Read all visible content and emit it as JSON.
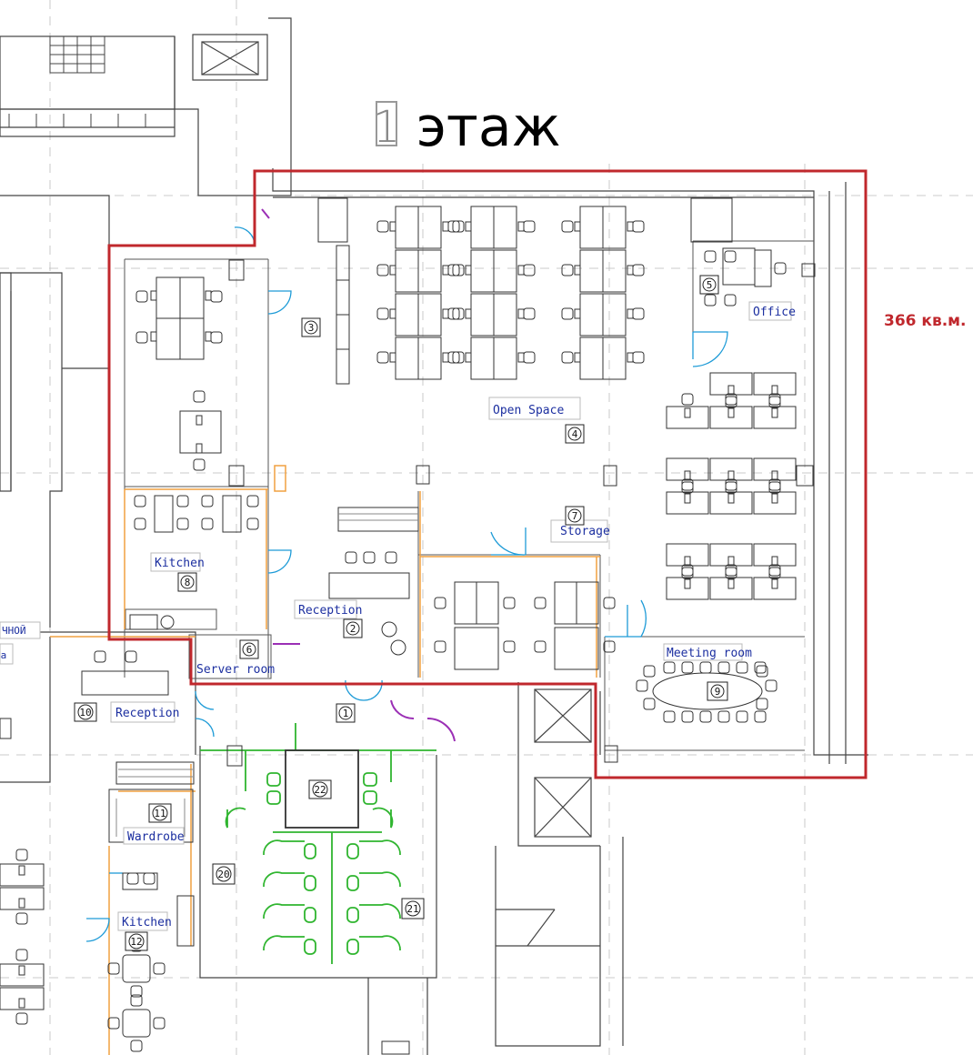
{
  "heading": {
    "digit": "1",
    "text": "этаж"
  },
  "area_label": "366 кв.м.",
  "colors": {
    "boundary": "#c0282d",
    "room_label": "#1c2fa0",
    "wall": "#444444",
    "door": "#1e9bd7",
    "restroom": "#2fb52f",
    "partition": "#f0a040",
    "marker": "#9b2fb5"
  },
  "rooms": [
    {
      "id": "open-space",
      "label": "Open Space",
      "number": "4"
    },
    {
      "id": "office",
      "label": "Office",
      "number": "5"
    },
    {
      "id": "storage",
      "label": "Storage",
      "number": "7"
    },
    {
      "id": "reception",
      "label": "Reception",
      "number": "2"
    },
    {
      "id": "kitchen",
      "label": "Kitchen",
      "number": "8"
    },
    {
      "id": "server-room",
      "label": "Server room",
      "number": "6"
    },
    {
      "id": "meeting-room",
      "label": "Meeting room",
      "number": "9"
    },
    {
      "id": "reception-2",
      "label": "Reception",
      "number": "10"
    },
    {
      "id": "wardrobe",
      "label": "Wardrobe",
      "number": "11"
    },
    {
      "id": "kitchen-2",
      "label": "Kitchen",
      "number": "12"
    }
  ],
  "markers": [
    "1",
    "3",
    "20",
    "21",
    "22"
  ],
  "cut_labels": [
    "ЧНОЙ",
    "Эа"
  ]
}
